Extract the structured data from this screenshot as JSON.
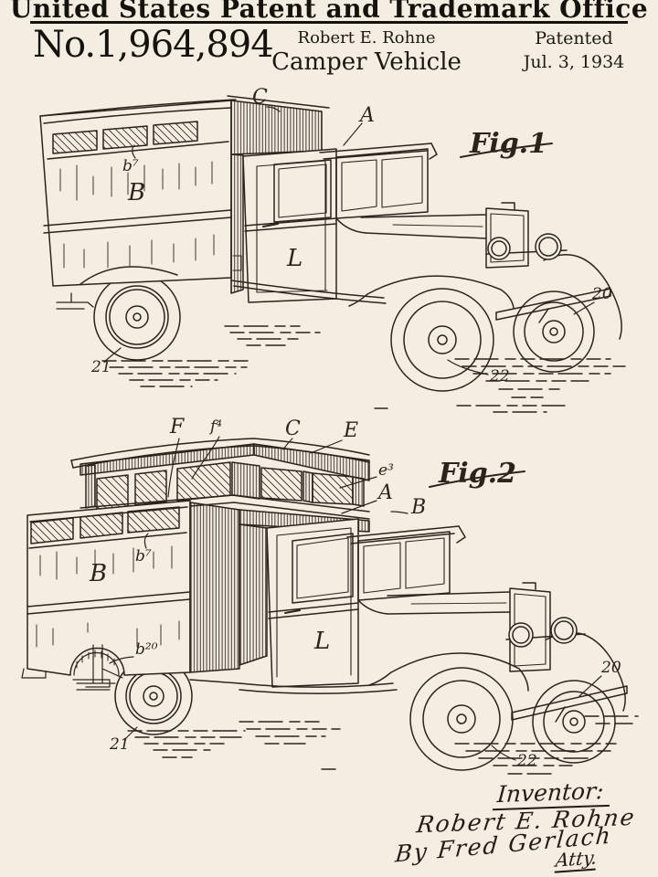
{
  "colors": {
    "background": "#f4eee2",
    "ink": "#2a241b"
  },
  "header": {
    "office": "United States Patent and Trademark Office",
    "number": "No.1,964,894",
    "inventor": "Robert E. Rohne",
    "title": "Camper Vehicle",
    "patented": "Patented",
    "date": "Jul. 3, 1934"
  },
  "fig1": {
    "caption": "Fig.1",
    "labels": {
      "c": "C",
      "a": "A",
      "b": "B",
      "b7": "b⁷",
      "l": "L",
      "n20": "20",
      "n21": "21",
      "n22": "22"
    }
  },
  "fig2": {
    "caption": "Fig.2",
    "labels": {
      "f": "F",
      "f4": "f⁴",
      "c": "C",
      "e": "E",
      "e3": "e³",
      "a": "A",
      "b_upper": "B",
      "b7": "b⁷",
      "b_body": "B",
      "b20": "b²⁰",
      "l": "L",
      "n20": "20",
      "n21": "21",
      "n22": "22"
    }
  },
  "footer": {
    "inventor_label": "Inventor:",
    "signature": "Robert E. Rohne",
    "by_line": "By Fred Gerlach",
    "atty": "Atty."
  }
}
